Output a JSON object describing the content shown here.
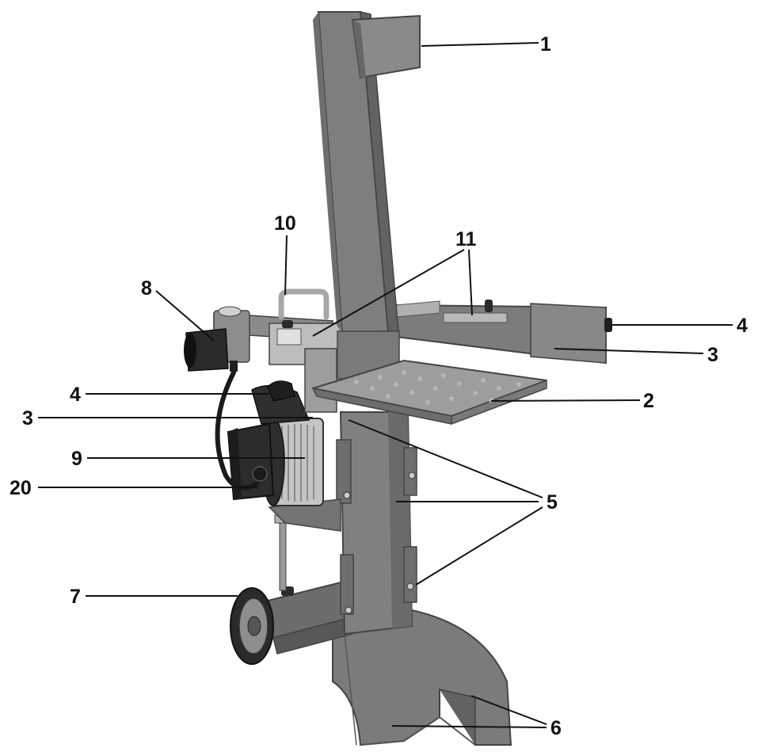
{
  "colors": {
    "background": "#ffffff",
    "machine_body": "#7d7d7d",
    "machine_dark": "#3a3a3a",
    "machine_light": "#a9a9a9",
    "ink": "#111111"
  },
  "callouts": [
    {
      "id": "c1",
      "label": "1"
    },
    {
      "id": "c2",
      "label": "2"
    },
    {
      "id": "c3a",
      "label": "3"
    },
    {
      "id": "c3b",
      "label": "3"
    },
    {
      "id": "c4a",
      "label": "4"
    },
    {
      "id": "c4b",
      "label": "4"
    },
    {
      "id": "c5",
      "label": "5"
    },
    {
      "id": "c6",
      "label": "6"
    },
    {
      "id": "c7",
      "label": "7"
    },
    {
      "id": "c8",
      "label": "8"
    },
    {
      "id": "c9",
      "label": "9"
    },
    {
      "id": "c10",
      "label": "10"
    },
    {
      "id": "c11",
      "label": "11"
    },
    {
      "id": "c20",
      "label": "20"
    }
  ]
}
